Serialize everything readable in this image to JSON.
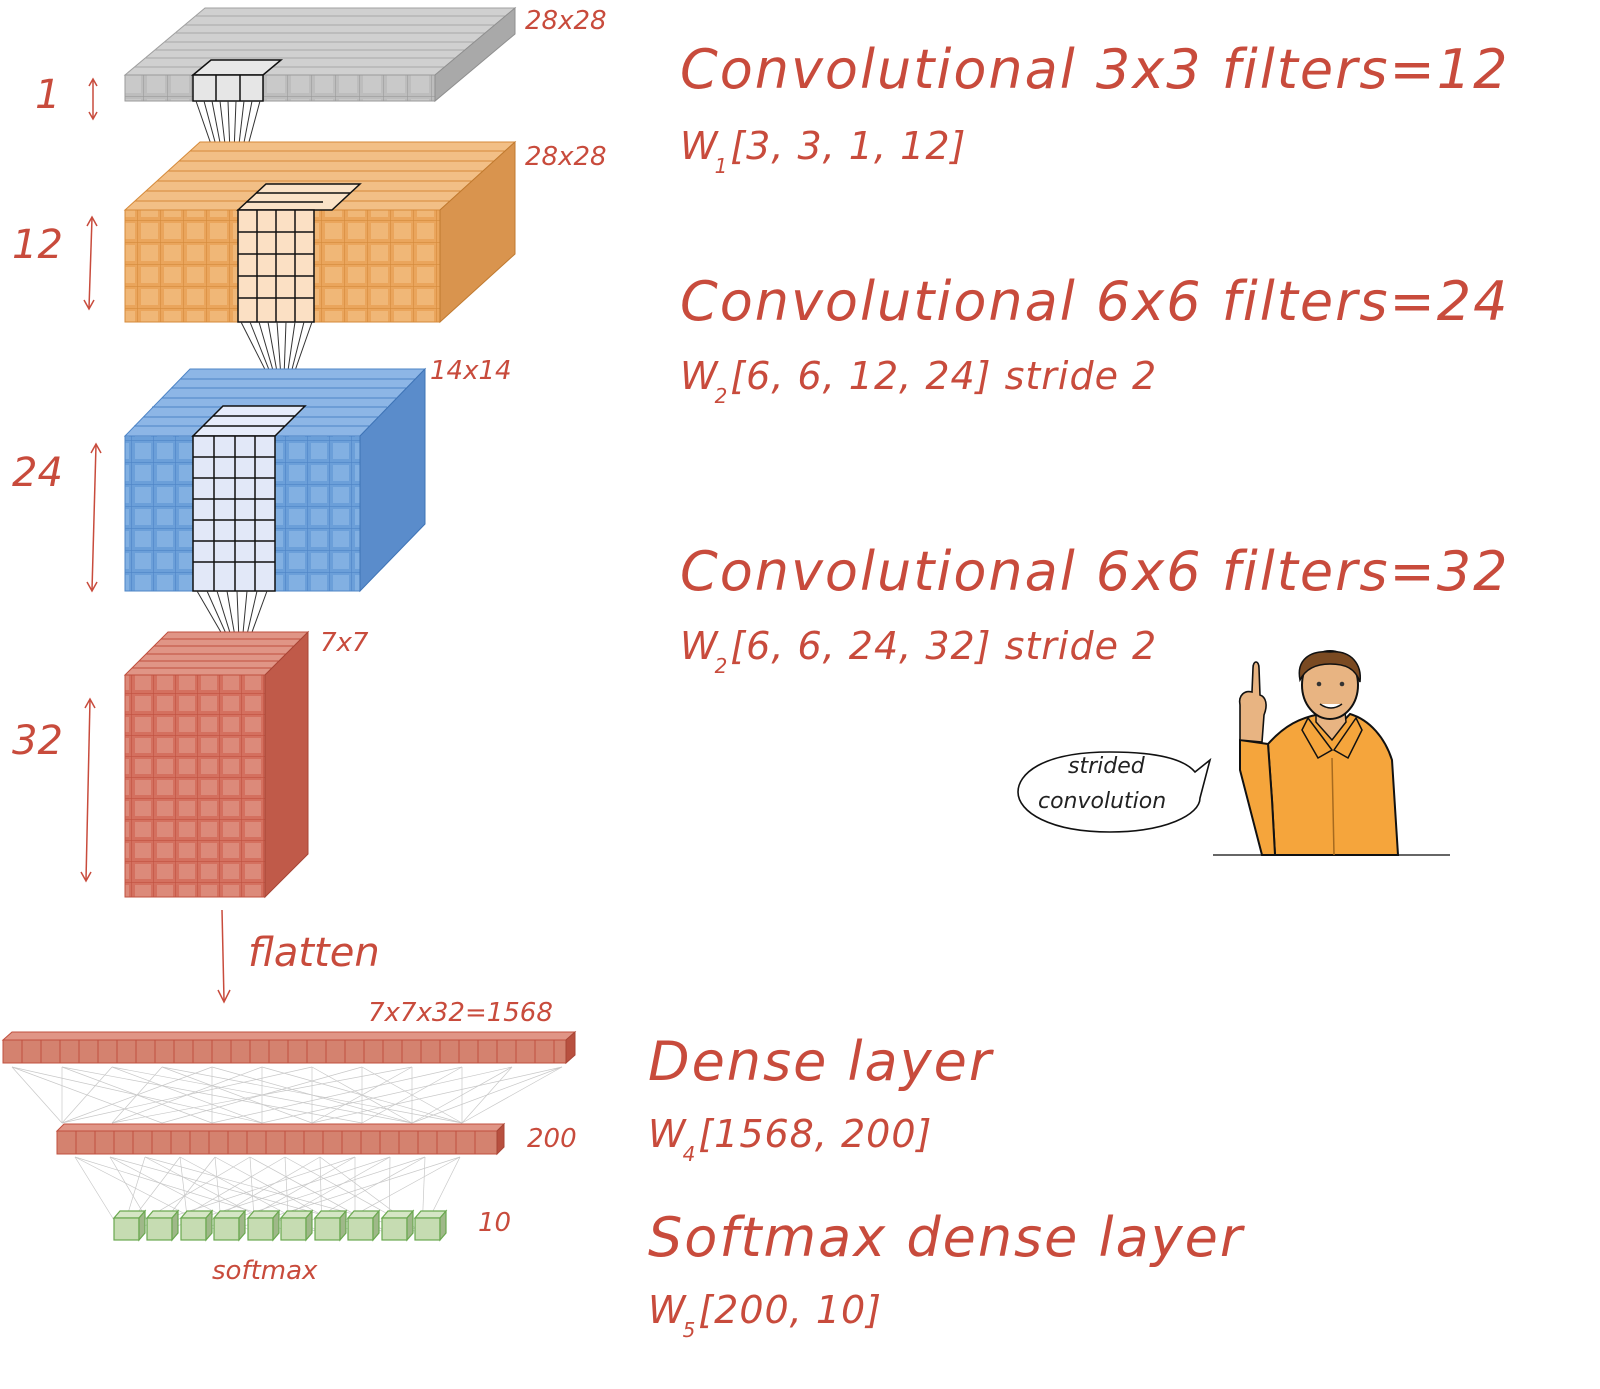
{
  "diagram": {
    "type": "cnn-architecture",
    "accent_color": "#c84b3c",
    "layers": [
      {
        "id": "input",
        "color": "#b8b8b8",
        "depth_label": "1",
        "size_label": "28x28"
      },
      {
        "id": "conv1",
        "color": "#eda860",
        "depth_label": "12",
        "size_label": "28x28",
        "title": "Convolutional 3x3 filters=12",
        "weight_name": "W",
        "weight_sub": "1",
        "weight_shape": "[3, 3, 1, 12]",
        "weight_extra": ""
      },
      {
        "id": "conv2",
        "color": "#6a9fd8",
        "depth_label": "24",
        "size_label": "14x14",
        "title": "Convolutional 6x6 filters=24",
        "weight_name": "W",
        "weight_sub": "2",
        "weight_shape": "[6, 6, 12, 24]",
        "weight_extra": "stride 2"
      },
      {
        "id": "conv3",
        "color": "#d4705f",
        "depth_label": "32",
        "size_label": "7x7",
        "title": "Convolutional 6x6 filters=32",
        "weight_name": "W",
        "weight_sub": "2",
        "weight_shape": "[6, 6, 24, 32]",
        "weight_extra": "stride 2"
      }
    ],
    "flatten": {
      "label": "flatten",
      "size_label": "7x7x32=1568"
    },
    "dense": {
      "title": "Dense layer",
      "weight_name": "W",
      "weight_sub": "4",
      "weight_shape": "[1568, 200]",
      "size_label": "200"
    },
    "softmax": {
      "title": "Softmax dense layer",
      "weight_name": "W",
      "weight_sub": "5",
      "weight_shape": "[200, 10]",
      "size_label": "10",
      "bottom_label": "softmax"
    },
    "speech_bubble": {
      "line1": "strided",
      "line2": "convolution"
    }
  }
}
